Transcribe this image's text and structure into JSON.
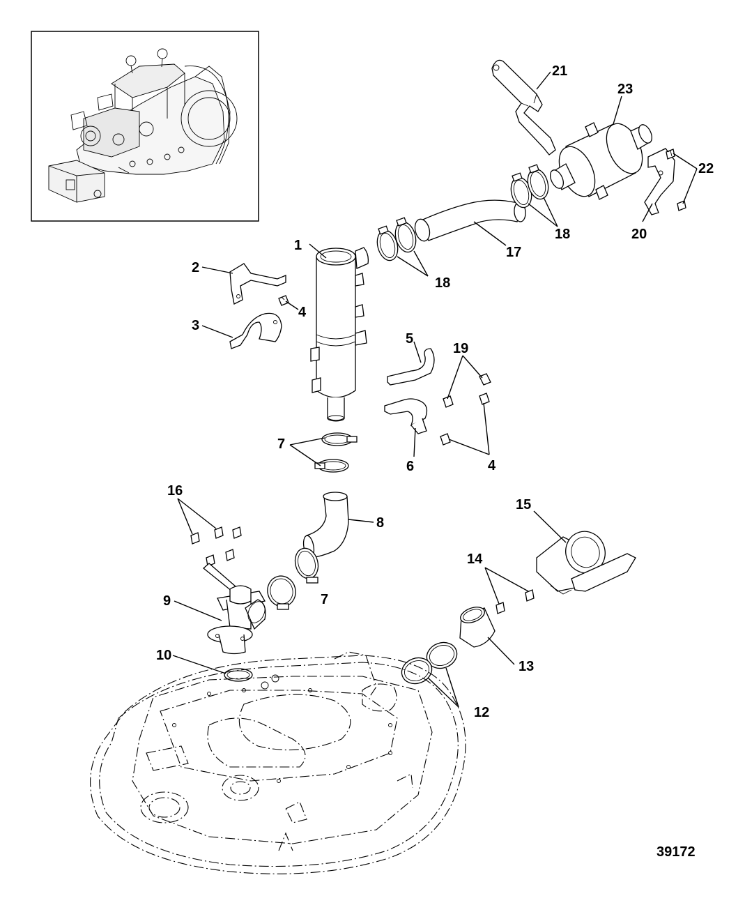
{
  "diagram_id": "39172",
  "callouts": [
    {
      "id": "c1",
      "label": "1"
    },
    {
      "id": "c2",
      "label": "2"
    },
    {
      "id": "c3",
      "label": "3"
    },
    {
      "id": "c4a",
      "label": "4"
    },
    {
      "id": "c4b",
      "label": "4"
    },
    {
      "id": "c5",
      "label": "5"
    },
    {
      "id": "c6",
      "label": "6"
    },
    {
      "id": "c7a",
      "label": "7"
    },
    {
      "id": "c7b",
      "label": "7"
    },
    {
      "id": "c8",
      "label": "8"
    },
    {
      "id": "c9",
      "label": "9"
    },
    {
      "id": "c10",
      "label": "10"
    },
    {
      "id": "c12",
      "label": "12"
    },
    {
      "id": "c13",
      "label": "13"
    },
    {
      "id": "c14",
      "label": "14"
    },
    {
      "id": "c15",
      "label": "15"
    },
    {
      "id": "c16",
      "label": "16"
    },
    {
      "id": "c17",
      "label": "17"
    },
    {
      "id": "c18a",
      "label": "18"
    },
    {
      "id": "c18b",
      "label": "18"
    },
    {
      "id": "c19",
      "label": "19"
    },
    {
      "id": "c20",
      "label": "20"
    },
    {
      "id": "c21",
      "label": "21"
    },
    {
      "id": "c22",
      "label": "22"
    },
    {
      "id": "c23",
      "label": "23"
    }
  ]
}
